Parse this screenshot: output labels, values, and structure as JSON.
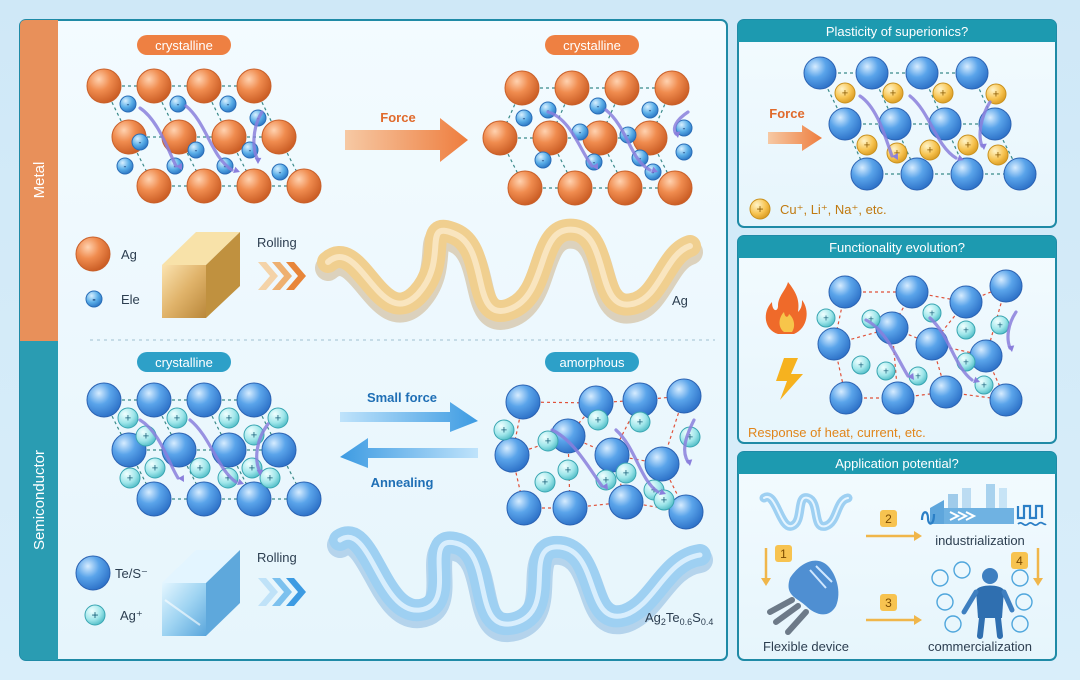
{
  "left_panel": {
    "metal_section": {
      "tab": "Metal",
      "before_label": "crystalline",
      "after_label": "crystalline",
      "arrow_label": "Force",
      "legend": [
        {
          "symbol": "atom",
          "label": "Ag"
        },
        {
          "symbol": "electron",
          "label": "Ele"
        }
      ],
      "process_label": "Rolling",
      "ribbon_label": "Ag",
      "electron_sign": "-"
    },
    "semiconductor_section": {
      "tab": "Semiconductor",
      "before_label": "crystalline",
      "after_label": "amorphous",
      "forward_label": "Small force",
      "reverse_label": "Annealing",
      "legend": [
        {
          "symbol": "anion",
          "label": "Te/S⁻"
        },
        {
          "symbol": "cation",
          "label": "Ag⁺"
        }
      ],
      "process_label": "Rolling",
      "ribbon_label": {
        "base": "Ag",
        "sub1": "2",
        "mid1": "Te",
        "sub2": "0.6",
        "mid2": "S",
        "sub3": "0.4"
      },
      "ion_sign": "+"
    }
  },
  "right_panels": {
    "plasticity": {
      "title": "Plasticity of superionics?",
      "arrow_label": "Force",
      "legend_label": "Cu⁺, Li⁺, Na⁺, etc.",
      "ion_sign": "+"
    },
    "functionality": {
      "title": "Functionality evolution?",
      "icons": [
        "flame-icon",
        "lightning-icon"
      ],
      "caption": "Response of heat, current, etc.",
      "ion_sign": "+"
    },
    "application": {
      "title": "Application potential?",
      "nodes": {
        "industrialization": "industrialization",
        "flexible_device": "Flexible device",
        "commercialization": "commercialization"
      },
      "steps": [
        "1",
        "2",
        "3",
        "4"
      ]
    }
  },
  "colors": {
    "metal_atom": "#ee8a4c",
    "electron": "#5aaee8",
    "semi_atom": "#4f9be6",
    "cation": "#8ee0e6",
    "superionic_ion": "#f6c24f",
    "panel_border": "#1f8aa6",
    "title_bar": "#1d9ab0",
    "metal_tab": "#e8905a",
    "semi_tab": "#2a9cb2",
    "path_arrow": "#8a7fdc"
  }
}
